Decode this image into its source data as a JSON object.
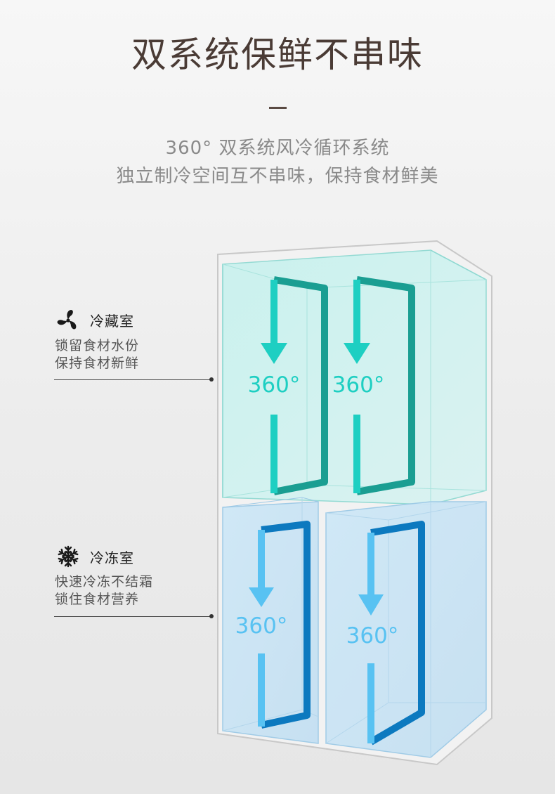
{
  "header": {
    "title": "双系统保鲜不串味",
    "subtitle_line1": "360°  双系统风冷循环系统",
    "subtitle_line2": "独立制冷空间互不串味，保持食材鲜美"
  },
  "zones": [
    {
      "icon": "fan-icon",
      "name": "冷藏室",
      "desc_line1": "锁留食材水份",
      "desc_line2": "保持食材新鲜"
    },
    {
      "icon": "snowflake-icon",
      "name": "冷冻室",
      "desc_line1": "快速冷冻不结霜",
      "desc_line2": "锁住食材营养"
    }
  ],
  "diagram": {
    "fridge_labels": [
      "360°",
      "360°"
    ],
    "freezer_labels": [
      "360°",
      "360°"
    ],
    "colors": {
      "fridge_front": "#1ecfc2",
      "fridge_back": "#1a9e92",
      "freezer_front": "#58c2f2",
      "freezer_back": "#0c79bf"
    }
  }
}
